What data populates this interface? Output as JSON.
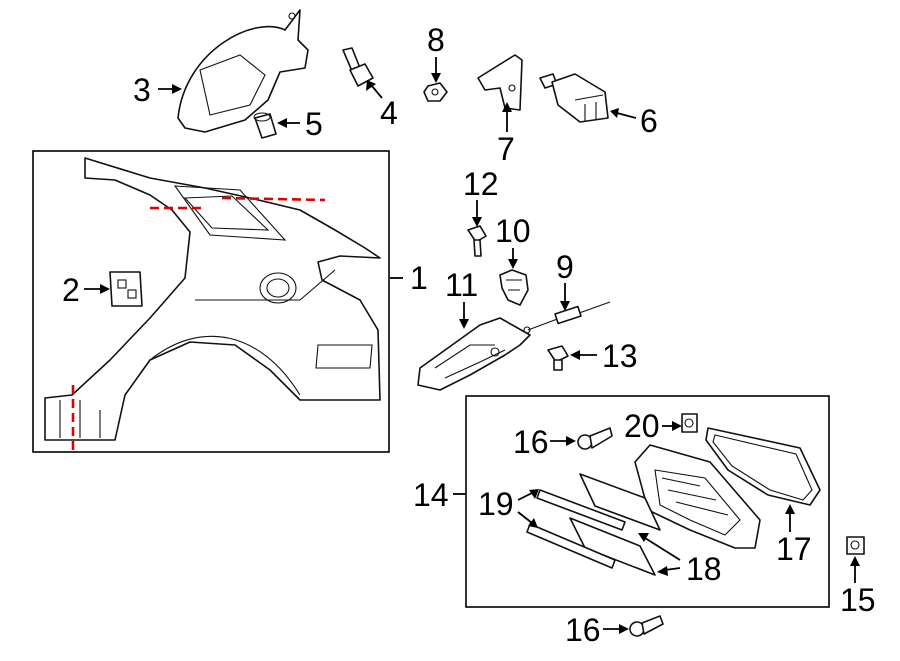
{
  "diagram": {
    "callouts": {
      "c1": "1",
      "c2": "2",
      "c3": "3",
      "c4": "4",
      "c5": "5",
      "c6": "6",
      "c7": "7",
      "c8": "8",
      "c9": "9",
      "c10": "10",
      "c11": "11",
      "c12": "12",
      "c13": "13",
      "c14": "14",
      "c15": "15",
      "c16a": "16",
      "c16b": "16",
      "c17": "17",
      "c18": "18",
      "c19": "19",
      "c20": "20"
    },
    "colors": {
      "cut_line": "#e00000",
      "line_art": "#111111",
      "background": "#ffffff"
    }
  }
}
